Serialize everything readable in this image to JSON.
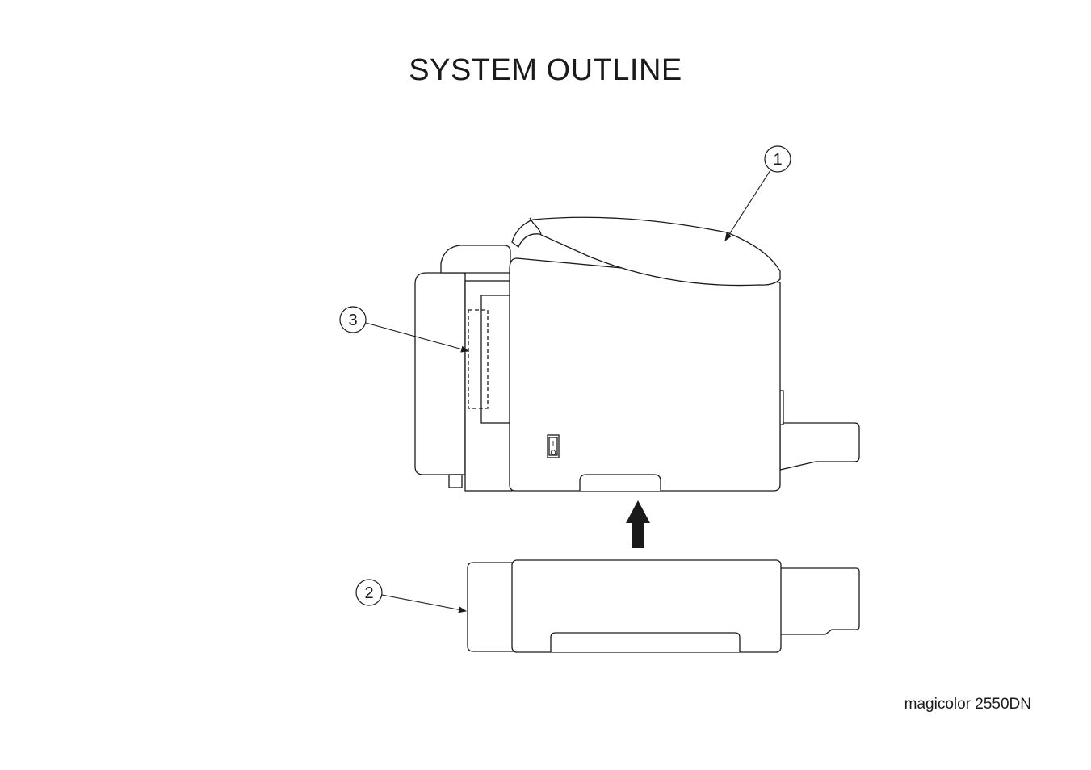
{
  "title": "SYSTEM OUTLINE",
  "model": "magicolor 2550DN",
  "callouts": [
    {
      "number": "1"
    },
    {
      "number": "2"
    },
    {
      "number": "3"
    }
  ],
  "power_switch_symbols": {
    "on": "I",
    "off": "O"
  }
}
